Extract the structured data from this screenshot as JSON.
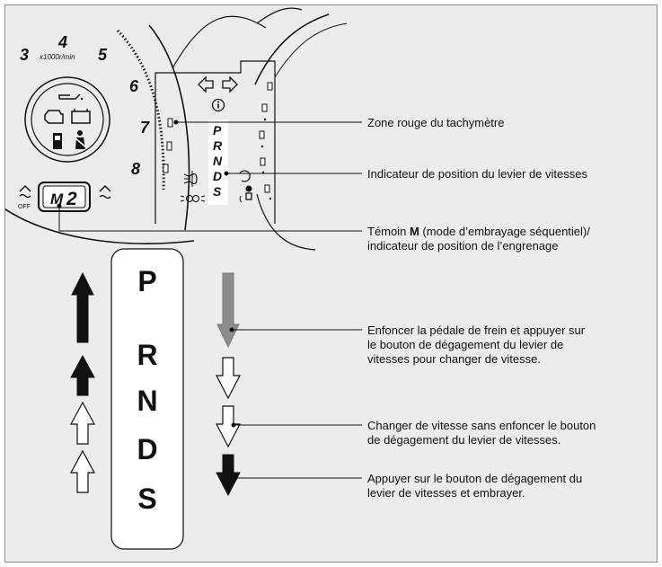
{
  "tachometer": {
    "scale_label": "x1000r/min",
    "numbers": [
      "3",
      "4",
      "5",
      "6",
      "7",
      "8"
    ]
  },
  "cluster": {
    "gear_letters": [
      "P",
      "R",
      "N",
      "D",
      "S"
    ],
    "m_display": "M",
    "gear_display": "2",
    "off_label": "OFF"
  },
  "shift_gate": {
    "positions": [
      "P",
      "R",
      "N",
      "D",
      "S"
    ]
  },
  "callouts": {
    "redzone": "Zone rouge du tachymètre",
    "shift_indicator": "Indicateur de position du levier de vitesses",
    "m_bold": "M",
    "m_line1_prefix": "Témoin ",
    "m_line1_rest": " (mode d’embrayage séquentiel)/",
    "m_line2": "indicateur de position de l’engrenage",
    "gray_line1": "Enfoncer la pédale de frein et appuyer sur",
    "gray_line2": "le bouton de dégagement du levier de",
    "gray_line3": "vitesses pour changer de vitesse.",
    "white_line1": "Changer de vitesse sans enfoncer le bouton",
    "white_line2": "de dégagement du levier de vitesses.",
    "black_line1": "Appuyer sur le bouton de dégagement du",
    "black_line2": "levier de vitesses et embrayer."
  },
  "colors": {
    "panel_bg": "#ececec",
    "arrow_black": "#111111",
    "arrow_gray": "#8c8c8c",
    "arrow_white": "#ffffff"
  }
}
